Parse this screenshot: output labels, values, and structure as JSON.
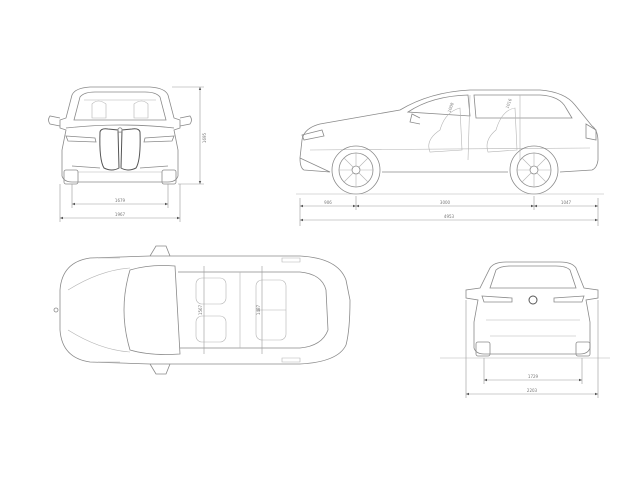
{
  "dimensions": {
    "front_track": "1679",
    "front_width": "1967",
    "height": "1695",
    "front_overhang": "906",
    "wheelbase": "3000",
    "rear_overhang": "1047",
    "length": "4953",
    "headroom_front": "1008",
    "headroom_rear": "1016",
    "interior_width_front": "1567",
    "interior_width_rear": "1487",
    "rear_track": "1729",
    "width_with_mirrors": "2203"
  },
  "colors": {
    "line": "#8a8a8a",
    "dark": "#555555",
    "label": "#777777"
  }
}
